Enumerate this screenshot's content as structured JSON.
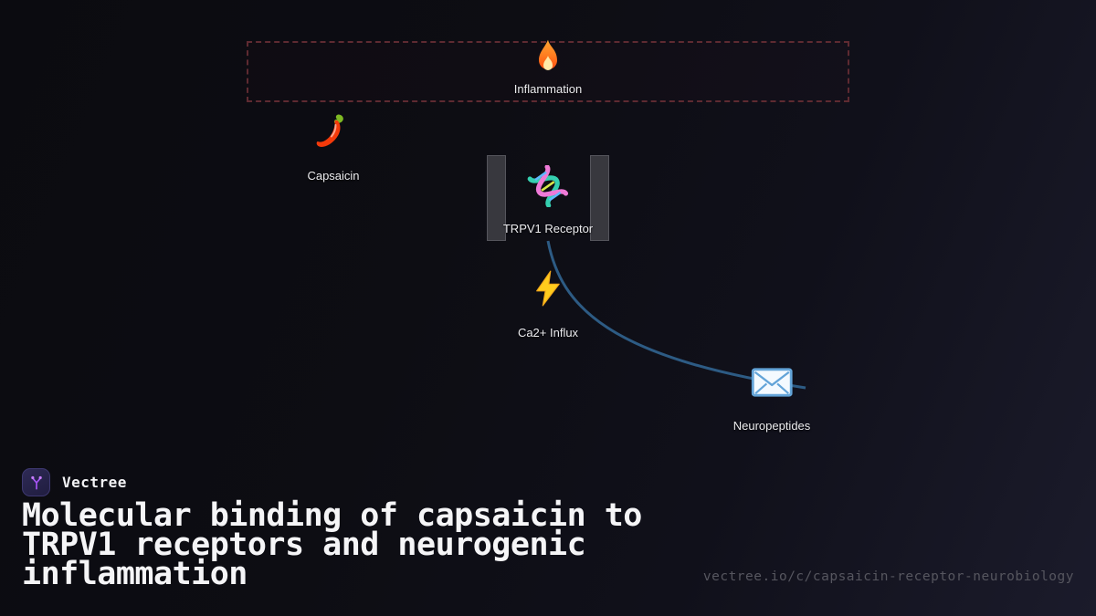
{
  "branding": {
    "name": "Vectree"
  },
  "title": "Molecular binding of capsaicin to TRPV1 receptors and neurogenic inflammation",
  "footer_url": "vectree.io/c/capsaicin-receptor-neurobiology",
  "diagram": {
    "inflammation_zone": {
      "label": "Inflammation",
      "icon": "fire-icon",
      "border_color": "#5e2a31"
    },
    "nodes": [
      {
        "id": "capsaicin",
        "label": "Capsaicin",
        "icon": "chili-pepper-icon"
      },
      {
        "id": "trpv1-receptor",
        "label": "TRPV1 Receptor",
        "icon": "dna-helix-icon"
      },
      {
        "id": "ca2-influx",
        "label": "Ca2+ Influx",
        "icon": "lightning-bolt-icon"
      },
      {
        "id": "neuropeptides",
        "label": "Neuropeptides",
        "icon": "envelope-icon"
      }
    ],
    "membrane": {
      "line_color": "#6a6a74",
      "channel_bar_color": "#38383e"
    },
    "signal_path_color": "#2f608a"
  },
  "colors": {
    "background_left": "#0b0b10",
    "background_right": "#1b1b2b",
    "zone_border": "#5e2a31",
    "label_text": "#ebebee",
    "title_text": "#f5f5f7",
    "url_text": "#56565f",
    "brand_accent": "#a855f7"
  }
}
